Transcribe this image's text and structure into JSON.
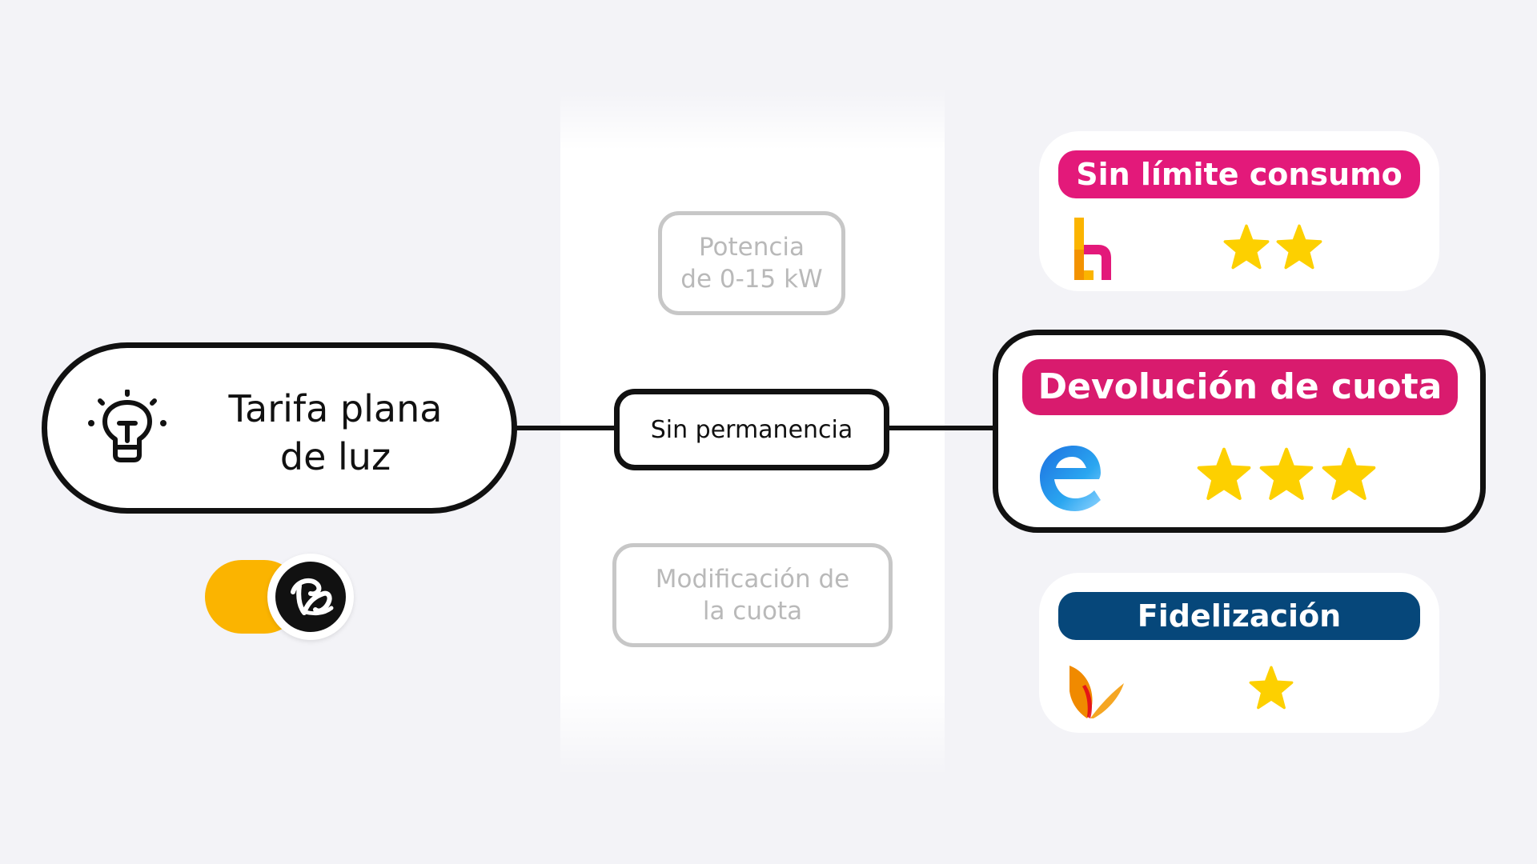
{
  "main": {
    "label_line1": "Tarifa plana",
    "label_line2": "de luz",
    "icon": "lightbulb-icon"
  },
  "toggle": {
    "state": "on",
    "color": "#fbb400",
    "icon": "brand-logo-icon"
  },
  "options": {
    "top": {
      "line1": "Potencia",
      "line2": "de 0-15 kW"
    },
    "middle": {
      "label": "Sin permanencia"
    },
    "bottom": {
      "line1": "Modificación de",
      "line2": "la cuota"
    }
  },
  "cards": [
    {
      "tag": "Sin límite consumo",
      "tag_color": "#e3197a",
      "logo": "holaluz-logo-icon",
      "rating": 2
    },
    {
      "tag": "Devolución de cuota",
      "tag_color": "#d91b6e",
      "logo": "endesa-logo-icon",
      "rating": 3
    },
    {
      "tag": "Fidelización",
      "tag_color": "#06477a",
      "logo": "repsol-logo-icon",
      "rating": 1
    }
  ],
  "colors": {
    "star": "#fdd000",
    "accent": "#111111"
  }
}
